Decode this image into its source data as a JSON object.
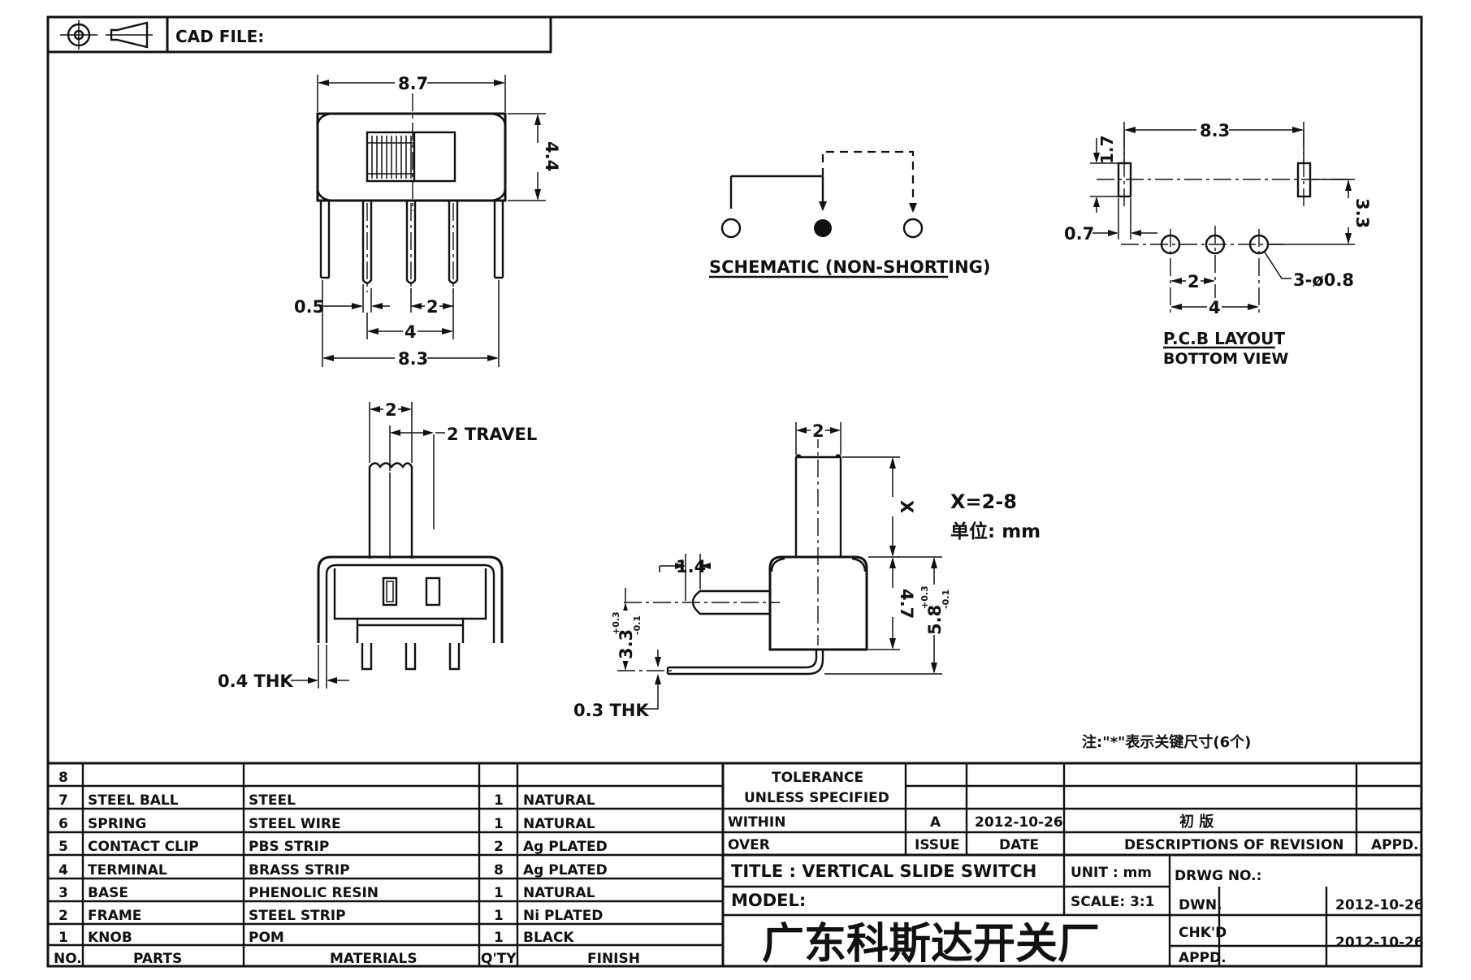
{
  "header": {
    "cad_file_label": "CAD FILE:"
  },
  "front_view": {
    "overall_width": "8.7",
    "height": "4.4",
    "pin_width": "0.5",
    "pin_pitch": "2",
    "outer_pitch": "4",
    "pin_span": "8.3"
  },
  "schematic": {
    "label": "SCHEMATIC (NON-SHORTING)"
  },
  "pcb_layout": {
    "span": "8.3",
    "slot_height": "1.7",
    "slot_width": "0.7",
    "row_offset": "3.3",
    "pitch": "2",
    "outer_pitch": "4",
    "holes": "3-ø0.8",
    "title": "P.C.B LAYOUT",
    "subtitle": "BOTTOM VIEW"
  },
  "side_view": {
    "knob_width": "2",
    "travel": "2 TRAVEL",
    "thickness": "0.4 THK"
  },
  "end_view": {
    "knob_width": "2",
    "tab_width": "1.4",
    "knob_length": "X",
    "body_height": "4.7",
    "pin_offset": "3.3",
    "pin_offset_tol_plus": "+0.3",
    "pin_offset_tol_minus": "-0.1",
    "total_height": "5.8",
    "total_height_tol_plus": "+0.3",
    "total_height_tol_minus": "-0.1",
    "pin_thickness": "0.3 THK"
  },
  "notes": {
    "x_range": "X=2-8",
    "unit": "单位: mm",
    "key_dims": "注:\"*\"表示关键尺寸(6个)"
  },
  "bom": {
    "headers": [
      "NO.",
      "PARTS",
      "MATERIALS",
      "Q'TY",
      "FINISH"
    ],
    "rows": [
      [
        "8",
        "",
        "",
        "",
        ""
      ],
      [
        "7",
        "STEEL BALL",
        "STEEL",
        "1",
        "NATURAL"
      ],
      [
        "6",
        "SPRING",
        "STEEL WIRE",
        "1",
        "NATURAL"
      ],
      [
        "5",
        "CONTACT CLIP",
        "PBS STRIP",
        "2",
        "Ag PLATED"
      ],
      [
        "4",
        "TERMINAL",
        "BRASS STRIP",
        "8",
        "Ag PLATED"
      ],
      [
        "3",
        "BASE",
        "PHENOLIC RESIN",
        "1",
        "NATURAL"
      ],
      [
        "2",
        "FRAME",
        "STEEL STRIP",
        "1",
        "Ni PLATED"
      ],
      [
        "1",
        "KNOB",
        "POM",
        "1",
        "BLACK"
      ]
    ]
  },
  "title_block": {
    "tolerance_line1": "TOLERANCE",
    "tolerance_line2": "UNLESS SPECIFIED",
    "within": "WITHIN",
    "over": "OVER",
    "revision": {
      "issue": "A",
      "date": "2012-10-26",
      "description": "初 版",
      "issue_header": "ISSUE",
      "date_header": "DATE",
      "description_header": "DESCRIPTIONS OF REVISION",
      "appd_header": "APPD."
    },
    "title": "TITLE :  VERTICAL SLIDE SWITCH",
    "unit": "UNIT :  mm",
    "drawing_no_label": "DRWG NO.:",
    "model_label": "MODEL:",
    "scale": "SCALE:  3:1",
    "company": "广东科斯达开关厂",
    "dwn_label": "DWN.",
    "dwn_date": "2012-10-26",
    "chkd_label": "CHK'D",
    "chkd_date": "2012-10-26",
    "appd_label": "APPD."
  }
}
